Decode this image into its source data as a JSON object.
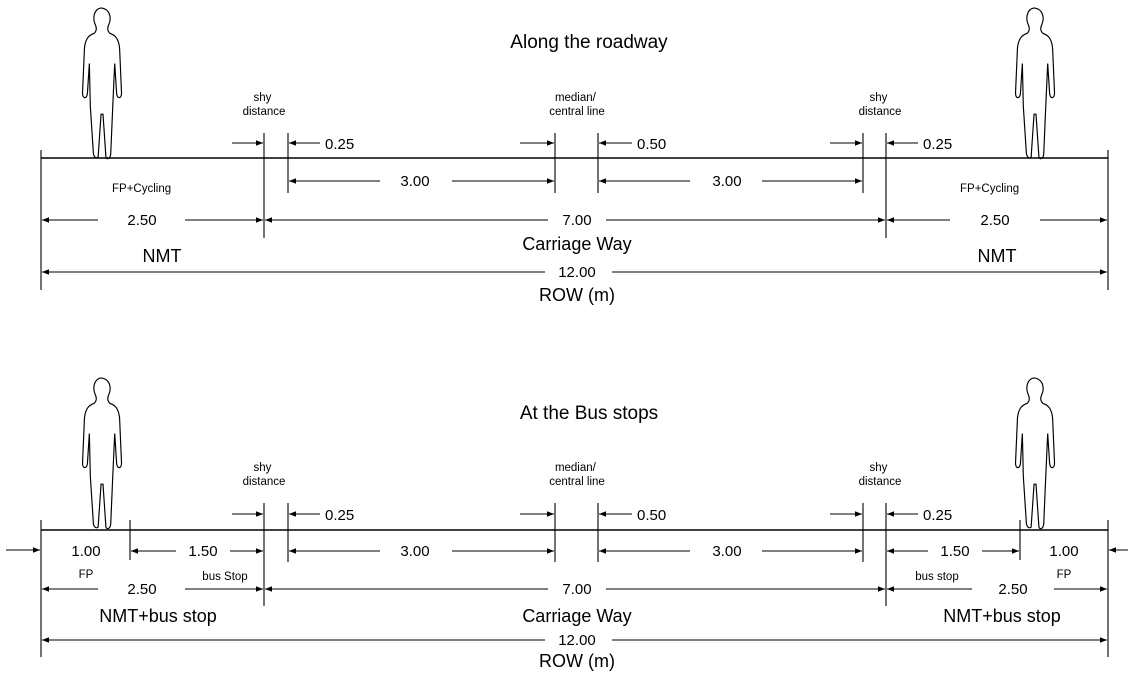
{
  "sections": [
    {
      "title": "Along the roadway",
      "labels": {
        "shy_distance": [
          "shy",
          "distance"
        ],
        "median": [
          "median/",
          "central line"
        ],
        "fp_cycling": "FP+Cycling",
        "nmt": "NMT",
        "carriage_way": "Carriage Way",
        "row": "ROW (m)"
      },
      "dims": {
        "shy_left": "0.25",
        "median_width": "0.50",
        "shy_right": "0.25",
        "lane_left": "3.00",
        "lane_right": "3.00",
        "nmt_left": "2.50",
        "carriage": "7.00",
        "nmt_right": "2.50",
        "total": "12.00"
      }
    },
    {
      "title": "At the Bus stops",
      "labels": {
        "shy_distance": [
          "shy",
          "distance"
        ],
        "median": [
          "median/",
          "central line"
        ],
        "fp": "FP",
        "bus_stop_left": "bus Stop",
        "bus_stop_right": "bus stop",
        "nmt_bus_stop": "NMT+bus stop",
        "carriage_way": "Carriage Way",
        "row": "ROW (m)"
      },
      "dims": {
        "shy_left": "0.25",
        "median_width": "0.50",
        "shy_right": "0.25",
        "lane_left": "3.00",
        "lane_right": "3.00",
        "fp_left": "1.00",
        "bus_left": "1.50",
        "bus_right": "1.50",
        "fp_right": "1.00",
        "nmt_left": "2.50",
        "carriage": "7.00",
        "nmt_right": "2.50",
        "total": "12.00"
      }
    }
  ],
  "icons": [
    "pedestrian-icon"
  ]
}
